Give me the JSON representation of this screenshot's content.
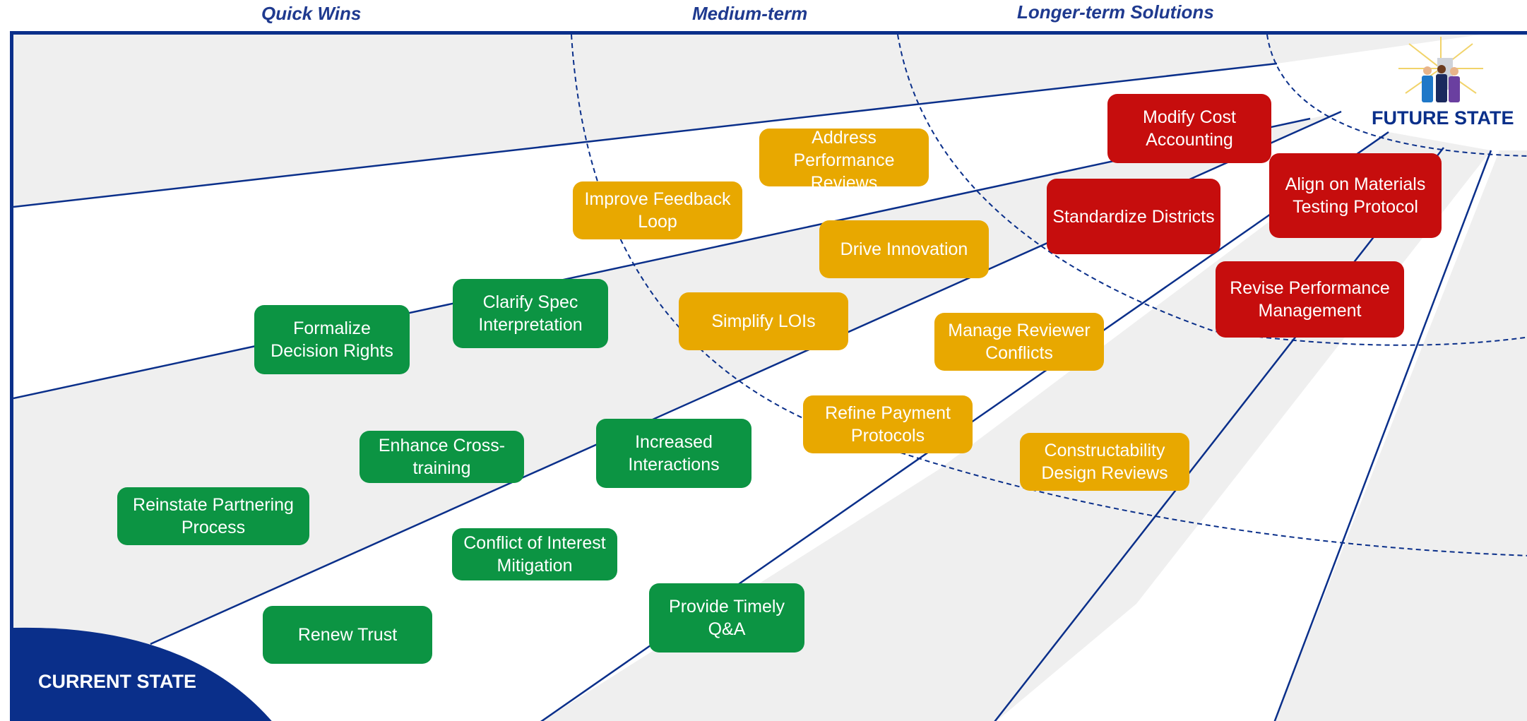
{
  "phases": {
    "quick_wins": "Quick Wins",
    "medium_term": "Medium-term",
    "longer_term": "Longer-term Solutions"
  },
  "future_state_label": "FUTURE STATE",
  "current_state_label": "CURRENT STATE",
  "colors": {
    "frame": "#0a2f8a",
    "quick_win": "#0c9443",
    "medium_term": "#e8a800",
    "longer_term": "#c60d0d",
    "lane_shade": "#efefef"
  },
  "icons": {
    "future_state": "people-group-icon"
  },
  "initiatives": {
    "quick_wins": [
      "Formalize Decision Rights",
      "Clarify Spec Interpretation",
      "Enhance Cross-training",
      "Increased Interactions",
      "Reinstate Partnering Process",
      "Conflict of Interest Mitigation",
      "Renew Trust",
      "Provide Timely Q&A"
    ],
    "medium_term": [
      "Address Performance Reviews",
      "Improve Feedback Loop",
      "Drive Innovation",
      "Simplify LOIs",
      "Manage Reviewer Conflicts",
      "Refine Payment Protocols",
      "Constructability Design Reviews"
    ],
    "longer_term": [
      "Modify Cost Accounting",
      "Standardize Districts",
      "Align on Materials Testing Protocol",
      "Revise Performance Management"
    ]
  }
}
